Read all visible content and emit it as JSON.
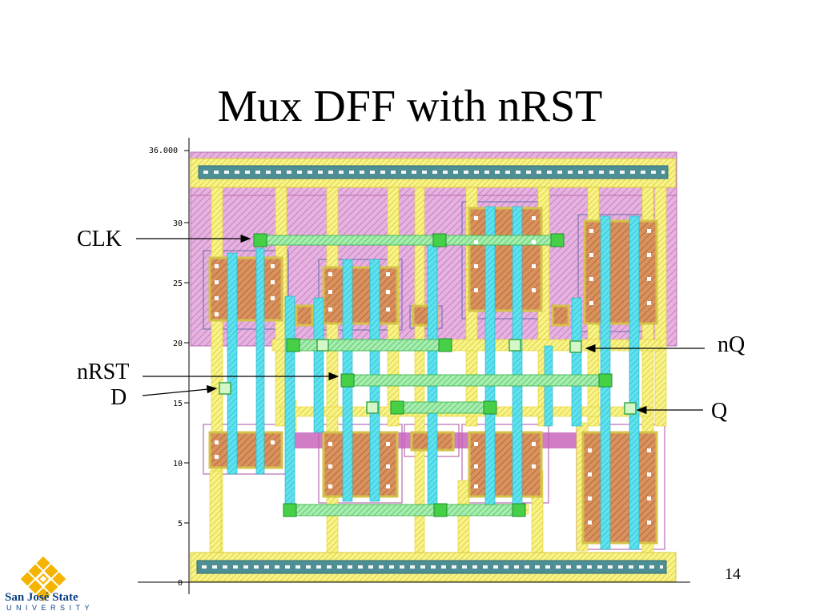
{
  "slide": {
    "title": "Mux DFF with nRST",
    "page_number": "14"
  },
  "axis": {
    "y_ticks": [
      "36.000",
      "30",
      "25",
      "20",
      "15",
      "10",
      "5",
      "0"
    ]
  },
  "pins": {
    "clk": "CLK",
    "nrst": "nRST",
    "d": "D",
    "nq": "nQ",
    "q": "Q"
  },
  "logo": {
    "name": "San José State",
    "sub": "UNIVERSITY"
  },
  "colors": {
    "nwell": "#d9a0d4",
    "poly": "#f7ef60",
    "diffusion": "#c8784a",
    "metal1": "#40d9e8",
    "contact": "#38c838",
    "rail": "#5d8f9c",
    "brand": "#0a3e82",
    "gold": "#f4b400"
  }
}
